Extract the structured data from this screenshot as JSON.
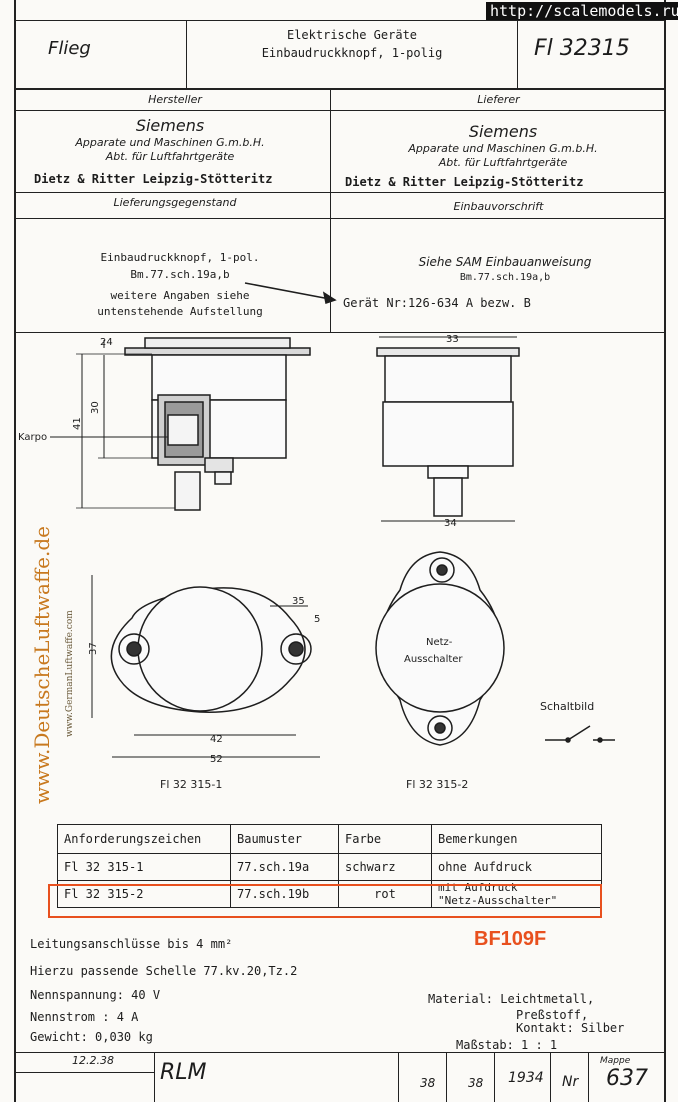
{
  "watermark": {
    "url": "http://scalemodels.ru",
    "site_vertical": "www.DeutscheLuftwaffe.de",
    "site_small": "www.GermanLuftwaffe.com"
  },
  "header": {
    "left_label": "Flieg",
    "title_line1": "Elektrische Geräte",
    "title_line2": "Einbaudruckknopf, 1-polig",
    "doc_number": "Fl 32315"
  },
  "manufacturer": {
    "heading": "Hersteller",
    "name": "Siemens",
    "sub1": "Apparate und Maschinen G.m.b.H.",
    "sub2": "Abt. für Luftfahrtgeräte",
    "city": "Dietz & Ritter Leipzig-Stötteritz"
  },
  "supplier": {
    "heading": "Lieferer",
    "name": "Siemens",
    "sub1": "Apparate und Maschinen G.m.b.H.",
    "sub2": "Abt. für Luftfahrtgeräte",
    "city": "Dietz & Ritter Leipzig-Stötteritz"
  },
  "delivery": {
    "heading": "Lieferungsgegenstand",
    "line1": "Einbaudruckknopf, 1-pol.",
    "line2": "Bm.77.sch.19a,b",
    "line3": "weitere Angaben siehe",
    "line4": "untenstehende Aufstellung"
  },
  "installation": {
    "heading": "Einbauvorschrift",
    "line1": "Siehe SAM Einbauanweisung",
    "line2": "Bm.77.sch.19a,b",
    "line3": "Gerät Nr:126-634 A bezw. B"
  },
  "drawing": {
    "dim_24": "24",
    "dim_30": "30",
    "dim_41": "41",
    "label_karpo": "Karpo",
    "dim_33": "33",
    "dim_34": "34",
    "dim_35": "35",
    "dim_5": "5",
    "dim_37": "37",
    "dim_42": "42",
    "dim_52": "52",
    "netz1": "Netz-",
    "netz2": "Ausschalter",
    "schaltbild": "Schaltbild",
    "caption1": "Fl 32 315-1",
    "caption2": "Fl 32 315-2"
  },
  "table": {
    "headers": [
      "Anforderungszeichen",
      "Baumuster",
      "Farbe",
      "Bemerkungen"
    ],
    "rows": [
      [
        "Fl  32 315-1",
        "77.sch.19a",
        "schwarz",
        "ohne Aufdruck"
      ],
      [
        "Fl  32 315-2",
        "77.sch.19b",
        "rot",
        "mit Aufdruck\n\"Netz-Ausschalter\""
      ]
    ]
  },
  "annotation": {
    "label": "BF109F",
    "color": "#e8501e"
  },
  "specs": {
    "line1": "Leitungsanschlüsse bis 4 mm²",
    "line2": "Hierzu passende Schelle 77.kv.20,Tz.2",
    "line3": "Nennspannung: 40 V",
    "line4": "Nennstrom    : 4 A",
    "line5": "Gewicht: 0,030 kg"
  },
  "material": {
    "line1": "Material: Leichtmetall,",
    "line2": "Preßstoff,",
    "line3": "Kontakt: Silber",
    "scale": "Maßstab: 1 : 1"
  },
  "footer": {
    "date1": "12.2.38",
    "rlm": "RLM",
    "nr_label": "Nr",
    "mappe_label": "Mappe",
    "mappe": "637",
    "year": "1934",
    "n1": "38",
    "n2": "38"
  }
}
